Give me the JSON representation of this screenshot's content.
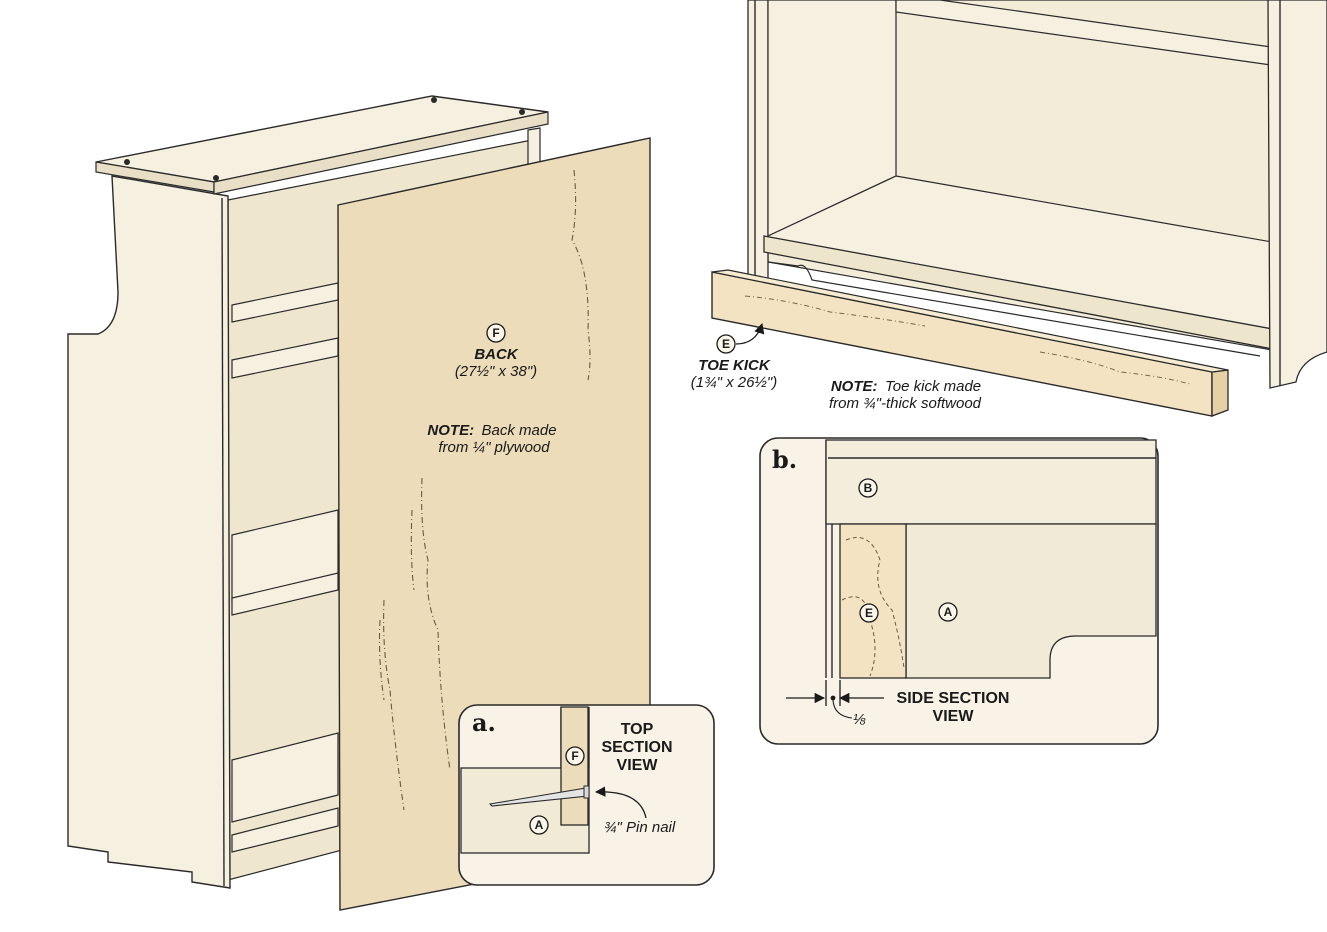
{
  "colors": {
    "cream": "#f6f0e0",
    "cream_dark": "#e9dfc6",
    "plywood": "#ecdcba",
    "softwood": "#f3e3c2",
    "inset_bg": "#f8f3e6",
    "line": "#2a2a2a"
  },
  "back_part": {
    "letter": "F",
    "name": "BACK",
    "size": "(27½\" x 38\")",
    "note_bold": "NOTE:",
    "note_rest": "Back made",
    "note_line2": "from ¼\" plywood"
  },
  "toe_kick_part": {
    "letter": "E",
    "name": "TOE KICK",
    "size": "(1¾\" x 26½\")",
    "note_bold": "NOTE:",
    "note_rest": "Toe kick made",
    "note_line2": "from ¾\"-thick softwood"
  },
  "detail_a": {
    "label": "a.",
    "title_line1": "TOP",
    "title_line2": "SECTION",
    "title_line3": "VIEW",
    "part_f": "F",
    "part_a": "A",
    "nail_label": "¾\" Pin nail"
  },
  "detail_b": {
    "label": "b.",
    "part_b": "B",
    "part_e": "E",
    "part_a": "A",
    "title_line1": "SIDE SECTION",
    "title_line2": "VIEW",
    "gap_label": "⅛"
  }
}
